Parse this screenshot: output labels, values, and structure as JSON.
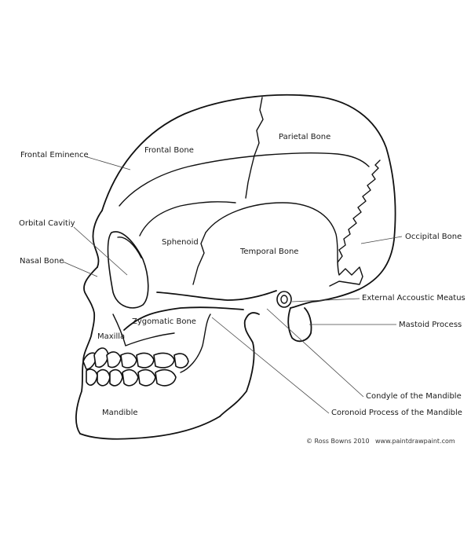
{
  "labels": {
    "frontal_eminence": "Frontal Eminence",
    "frontal_bone": "Frontal  Bone",
    "parietal_bone": "Parietal Bone",
    "orbital_cavity": "Orbital Cavitiy",
    "sphenoid": "Sphenoid",
    "temporal_bone": "Temporal Bone",
    "occipital_bone": "Occipital Bone",
    "nasal_bone": "Nasal Bone",
    "external_acoustic_meatus": "External Accoustic Meatus",
    "zygomatic_bone": "Zygomatic Bone",
    "mastoid_process": "Mastoid Process",
    "maxilla": "Maxilla",
    "condyle_of_mandible": "Condyle of the Mandible",
    "coronoid_process": "Coronoid Process of the Mandible",
    "mandible": "Mandible"
  },
  "credit": {
    "copyright": "© Ross Bowns 2010",
    "website": "www.paintdrawpaint.com"
  },
  "colors": {
    "line": "#111111",
    "leader": "#444444",
    "background": "#ffffff"
  }
}
